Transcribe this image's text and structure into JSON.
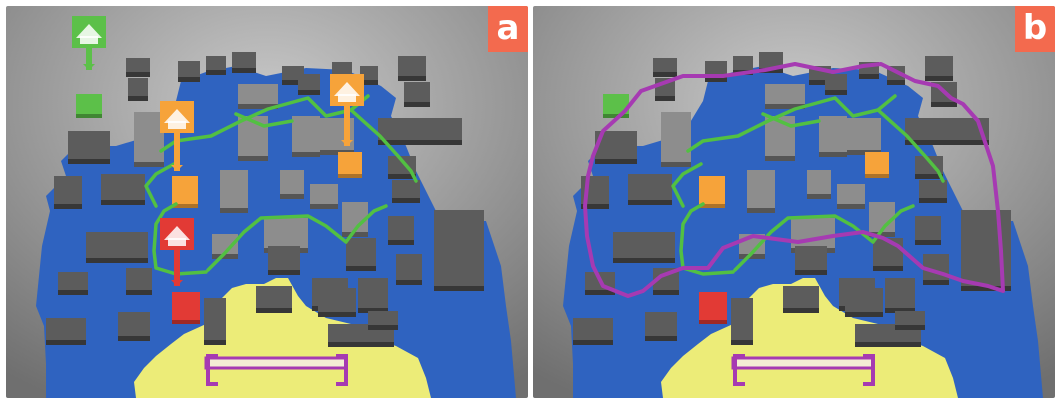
{
  "panels": [
    {
      "id": "a",
      "label": "a",
      "show_flags": true,
      "show_boundary": false
    },
    {
      "id": "b",
      "label": "b",
      "show_flags": false,
      "show_boundary": true
    }
  ],
  "colors": {
    "background_light": "#c9c9c9",
    "background_dark": "#6f6f6f",
    "water": "#2f63c0",
    "building": "#5c5c5c",
    "building_light": "#8d8d8d",
    "sand": "#ecec78",
    "path": "#52c042",
    "boundary": "#a63ab2",
    "zone_green": "#5cc049",
    "zone_orange": "#f6a33a",
    "zone_red": "#e23a35",
    "label_bg": "#f36a4e",
    "label_text": "#ffffff"
  },
  "icons": {
    "flag": "house-marker-icon"
  }
}
